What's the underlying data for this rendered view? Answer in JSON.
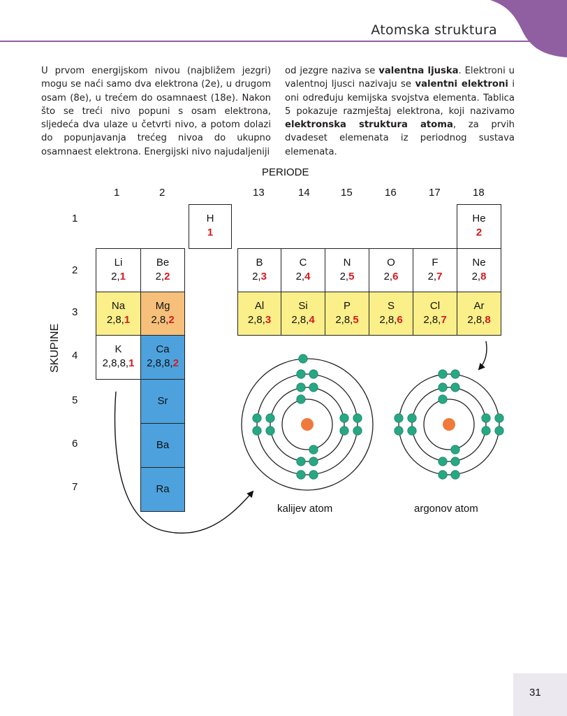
{
  "header": {
    "title": "Atomska struktura",
    "accent": "#8f5fa1"
  },
  "body_text": {
    "left": [
      {
        "t": "U prvom energijskom nivou (najbližem jezgri) mogu se naći samo dva elektrona (2e), u drugom osam (8e), u trećem do osamnaest (18e). Nakon što se treći nivo popuni s osam elektrona, sljedeća dva ulaze u četvrti nivo, a potom dolazi do popunjavanja trećeg nivoa do ukupno osamnaest elektrona. Energijski nivo najudaljeniji",
        "b": false
      }
    ],
    "right": [
      {
        "t": "od jezgre naziva se ",
        "b": false
      },
      {
        "t": "valentna ljuska",
        "b": true
      },
      {
        "t": ". Elektroni u valentnoj ljusci nazivaju se ",
        "b": false
      },
      {
        "t": "valentni elektroni",
        "b": true
      },
      {
        "t": " i oni određuju kemijska svojstva elementa. Tablica 5 pokazuje razmještaj elektrona, koji nazivamo ",
        "b": false
      },
      {
        "t": "elektronska struktura atoma",
        "b": true
      },
      {
        "t": ", za prvih dvadeset elemenata iz periodnog sustava elemenata.",
        "b": false
      }
    ]
  },
  "figure": {
    "periods_title": "PERIODE",
    "groups_title": "SKUPINE",
    "column_numbers": [
      "1",
      "2",
      "13",
      "14",
      "15",
      "16",
      "17",
      "18"
    ],
    "row_numbers": [
      "1",
      "2",
      "3",
      "4",
      "5",
      "6",
      "7"
    ],
    "elements": [
      {
        "symbol": "H",
        "prefix": "",
        "valence": "1"
      },
      {
        "symbol": "He",
        "prefix": "",
        "valence": "2"
      },
      {
        "symbol": "Li",
        "prefix": "2,",
        "valence": "1"
      },
      {
        "symbol": "Be",
        "prefix": "2,",
        "valence": "2"
      },
      {
        "symbol": "B",
        "prefix": "2,",
        "valence": "3"
      },
      {
        "symbol": "C",
        "prefix": "2,",
        "valence": "4"
      },
      {
        "symbol": "N",
        "prefix": "2,",
        "valence": "5"
      },
      {
        "symbol": "O",
        "prefix": "2,",
        "valence": "6"
      },
      {
        "symbol": "F",
        "prefix": "2,",
        "valence": "7"
      },
      {
        "symbol": "Ne",
        "prefix": "2,",
        "valence": "8"
      },
      {
        "symbol": "Na",
        "prefix": "2,8,",
        "valence": "1"
      },
      {
        "symbol": "Mg",
        "prefix": "2,8,",
        "valence": "2"
      },
      {
        "symbol": "Al",
        "prefix": "2,8,",
        "valence": "3"
      },
      {
        "symbol": "Si",
        "prefix": "2,8,",
        "valence": "4"
      },
      {
        "symbol": "P",
        "prefix": "2,8,",
        "valence": "5"
      },
      {
        "symbol": "S",
        "prefix": "2,8,",
        "valence": "6"
      },
      {
        "symbol": "Cl",
        "prefix": "2,8,",
        "valence": "7"
      },
      {
        "symbol": "Ar",
        "prefix": "2,8,",
        "valence": "8"
      },
      {
        "symbol": "K",
        "prefix": "2,8,8,",
        "valence": "1"
      },
      {
        "symbol": "Ca",
        "prefix": "2,8,8,",
        "valence": "2"
      },
      {
        "symbol": "Sr",
        "prefix": "",
        "valence": ""
      },
      {
        "symbol": "Ba",
        "prefix": "",
        "valence": ""
      },
      {
        "symbol": "Ra",
        "prefix": "",
        "valence": ""
      }
    ],
    "atoms": [
      {
        "caption": "kalijev atom",
        "shells": [
          2,
          8,
          8,
          1
        ]
      },
      {
        "caption": "argonov atom",
        "shells": [
          2,
          8,
          8
        ]
      }
    ],
    "colors": {
      "s_block_period3": "#fbef89",
      "mg": "#f6c07a",
      "alkaline_earth": "#4da2de",
      "valence_number": "#d71920",
      "electron": "#27a884",
      "nucleus": "#f07a3b"
    }
  },
  "page_number": "31"
}
